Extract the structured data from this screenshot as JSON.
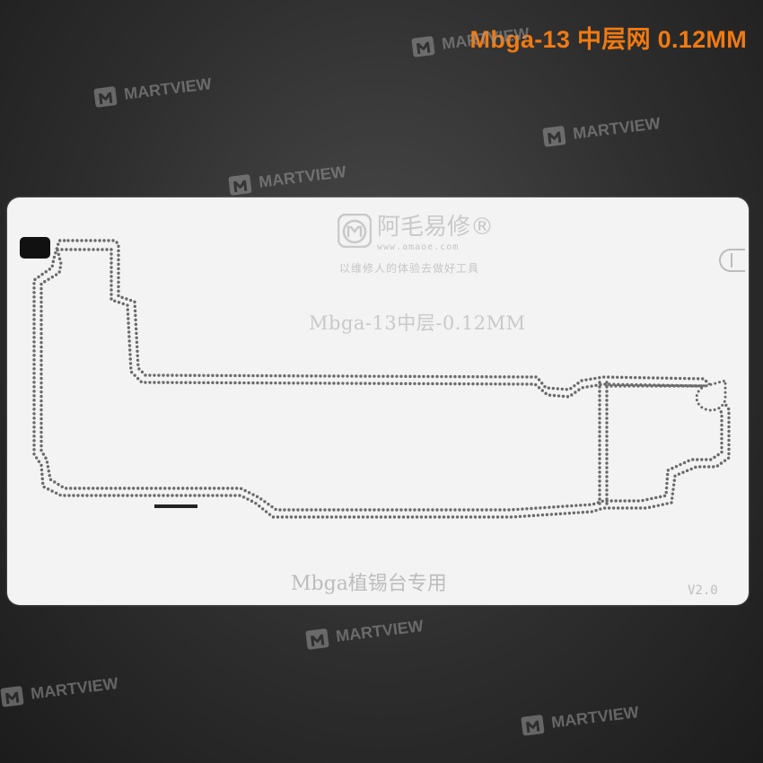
{
  "headline": "Mbga-13  中层网  0.12MM",
  "watermark": {
    "brand": "MARTVIEW",
    "logo_icon": "m-logo-icon"
  },
  "stencil": {
    "brand_name": "阿毛易修®",
    "brand_url": "www.amaoe.com",
    "brand_slogan": "以维修人的体验去做好工具",
    "model_label": "Mbga-13中层-0.12MM",
    "usage_label": "Mbga植锡台专用",
    "version": "V2.0"
  },
  "colors": {
    "accent": "#f07a12",
    "background": "#2e2e2e",
    "stencil": "#f3f3f3",
    "dots": "#6a6a6a"
  }
}
